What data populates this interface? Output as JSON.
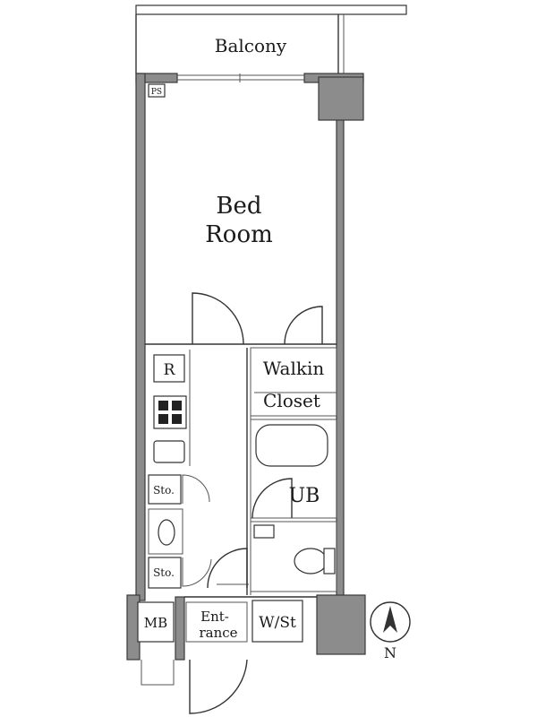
{
  "plan": {
    "rooms": {
      "balcony": "Balcony",
      "bedroom_line1": "Bed",
      "bedroom_line2": "Room",
      "walkin_line1": "Walkin",
      "walkin_line2": "Closet",
      "unit_bath": "UB",
      "storage_top": "Sto.",
      "storage_bottom": "Sto.",
      "meter_box": "MB",
      "entrance_line1": "Ent-",
      "entrance_line2": "rance",
      "wash_storage": "W/St"
    },
    "fixtures": {
      "refrigerator": "R",
      "pipe_space": "PS"
    },
    "compass": {
      "label": "N"
    }
  }
}
